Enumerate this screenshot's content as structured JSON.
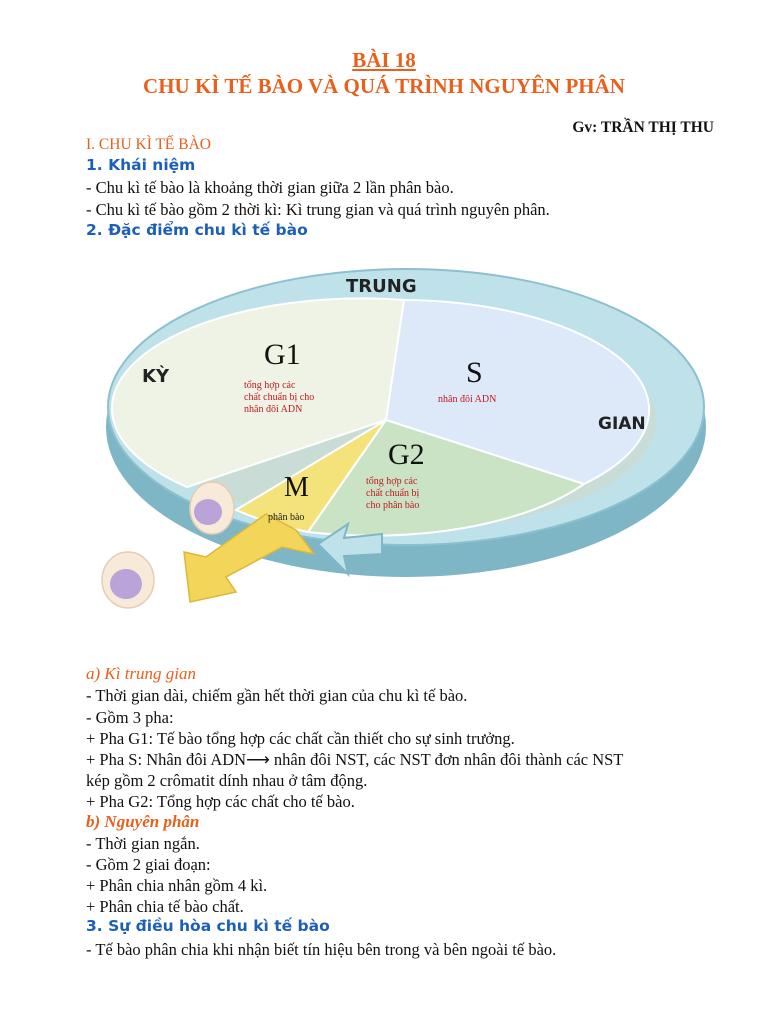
{
  "header": {
    "lesson": "BÀI 18",
    "title": "CHU KÌ TẾ BÀO VÀ QUÁ TRÌNH NGUYÊN PHÂN",
    "teacher": "Gv: TRẦN THỊ THU"
  },
  "section1": {
    "heading": "I. CHU KÌ TẾ BÀO",
    "concept_heading": "1. Khái niệm",
    "concept_lines": [
      "- Chu kì tế bào là khoảng thời gian giữa 2 lần phân bào.",
      "- Chu kì tế bào gồm 2 thời kì: Kì trung gian và quá trình nguyên phân."
    ],
    "features_heading": "2. Đặc điểm chu kì tế bào"
  },
  "diagram": {
    "ring_labels": {
      "top": "TRUNG",
      "left": "KỲ",
      "right": "GIAN"
    },
    "phases": {
      "g1": {
        "name": "G1",
        "desc": [
          "tổng hợp các",
          "chất chuẩn bị cho",
          "nhân đôi ADN"
        ]
      },
      "s": {
        "name": "S",
        "desc": [
          "nhân đôi ADN"
        ]
      },
      "g2": {
        "name": "G2",
        "desc": [
          "tổng hợp các",
          "chất chuẩn bị",
          "cho phân bào"
        ]
      },
      "m": {
        "name": "M",
        "desc": [
          "phân bào"
        ]
      }
    },
    "colors": {
      "g1": "#eef3e6",
      "s": "#dde9f8",
      "g2": "#c9e3c4",
      "m": "#f4e27a",
      "ring": "#bfe2ea",
      "ring_dark": "#7fb6c6",
      "arrow": "#f3d55a"
    }
  },
  "interphase": {
    "heading": "a) Kì trung gian",
    "lines": [
      "- Thời gian dài, chiếm gần hết thời gian của chu kì tế bào.",
      "- Gồm 3 pha:",
      "+ Pha G1: Tế bào tổng hợp các chất cần thiết cho sự sinh trưởng.",
      "+ Pha S: Nhân đôi ADN⟶ nhân đôi NST, các NST đơn nhân đôi thành các NST",
      "kép gồm 2 crômatit  dính nhau ở tâm động.",
      "+ Pha G2: Tổng hợp các chất cho tế bào."
    ]
  },
  "mitosis": {
    "heading": "b) Nguyên phân",
    "lines": [
      "- Thời gian ngắn.",
      "- Gồm 2 giai đoạn:",
      "+ Phân chia nhân gồm 4 kì.",
      "+ Phân chia tế bào chất."
    ]
  },
  "regulation": {
    "heading": "3. Sự điều hòa chu kì tế bào",
    "line": "- Tế bào phân chia khi nhận biết tín hiệu bên trong và bên ngoài tế bào."
  }
}
